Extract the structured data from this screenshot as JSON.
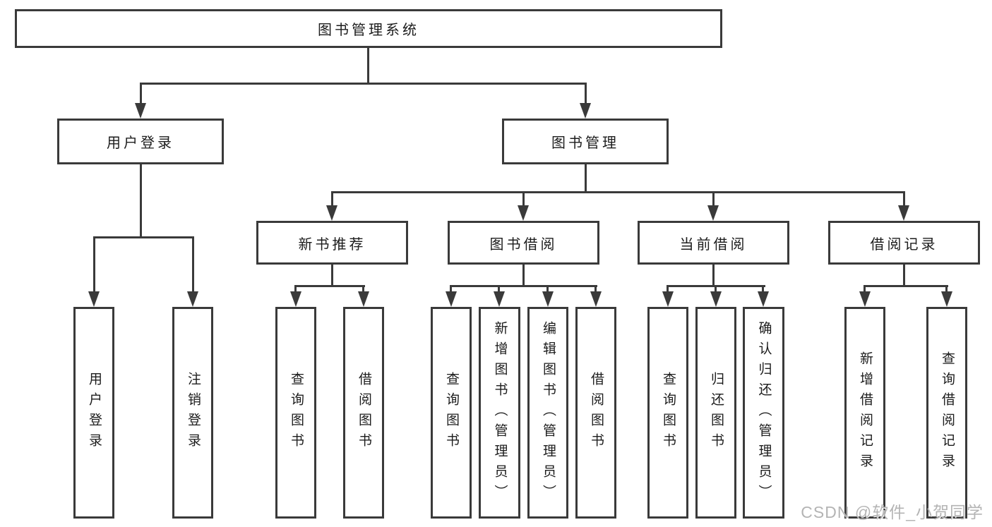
{
  "colors": {
    "line": "#3a3a3a",
    "text": "#1c1c1c",
    "watermark": "#b4b4b4",
    "background": "#ffffff"
  },
  "watermark": {
    "text": "CSDN @软件_小贺同学"
  },
  "diagram": {
    "root": {
      "label": "图书管理系统"
    },
    "branches": {
      "user_login": {
        "label": "用户登录",
        "children": {
          "login": {
            "label": "用户登录"
          },
          "logout": {
            "label": "注销登录"
          }
        }
      },
      "book_management": {
        "label": "图书管理",
        "children": {
          "new_book_recommend": {
            "label": "新书推荐",
            "children": {
              "query_books": {
                "label": "查询图书"
              },
              "borrow_books": {
                "label": "借阅图书"
              }
            }
          },
          "book_borrow": {
            "label": "图书借阅",
            "children": {
              "query_books": {
                "label": "查询图书"
              },
              "add_books": {
                "label": "新增图书（管理员）"
              },
              "edit_books": {
                "label": "编辑图书（管理员）"
              },
              "borrow_books": {
                "label": "借阅图书"
              }
            }
          },
          "current_borrow": {
            "label": "当前借阅",
            "children": {
              "query_books": {
                "label": "查询图书"
              },
              "return_books": {
                "label": "归还图书"
              },
              "confirm_return": {
                "label": "确认归还（管理员）"
              }
            }
          },
          "borrow_record": {
            "label": "借阅记录",
            "children": {
              "add_record": {
                "label": "新增借阅记录"
              },
              "query_record": {
                "label": "查询借阅记录"
              }
            }
          }
        }
      }
    }
  }
}
